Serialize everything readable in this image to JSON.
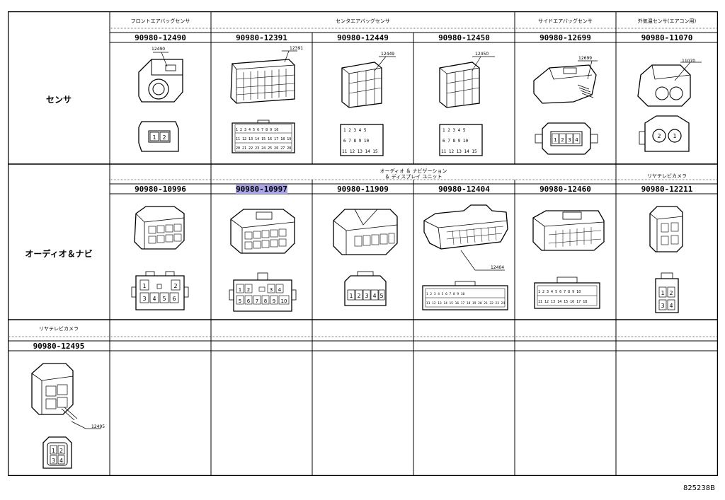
{
  "rows": {
    "sensor_label": "センサ",
    "audio_label": "オーディオ＆ナビ",
    "rear_label": "リヤテレビカメラ"
  },
  "categories": {
    "front_airbag": "フロントエアバッグセンサ",
    "center_airbag": "センタエアバッグセンサ",
    "side_airbag": "サイドエアバッグセンサ",
    "outside_temp": "外気温センサ(エアコン用)",
    "audio_nav_line1": "オーディオ ＆ ナビゲーション",
    "audio_nav_line2": "＆ ディスプレイ ユニット",
    "rear_camera": "リヤテレビカメラ"
  },
  "sensor_parts": [
    "90980-12490",
    "90980-12391",
    "90980-12449",
    "90980-12450",
    "90980-12699",
    "90980-11070"
  ],
  "sensor_callouts": [
    "12490",
    "12391",
    "12449",
    "12450",
    "12699",
    "11070"
  ],
  "audio_parts": [
    "90980-10996",
    "90980-10997",
    "90980-11909",
    "90980-12404",
    "90980-12460",
    "90980-12211"
  ],
  "audio_callouts": [
    "12404"
  ],
  "rear_parts": [
    "90980-12495"
  ],
  "rear_callouts": [
    "12495"
  ],
  "highlighted_part": "90980-10997",
  "pin_labels": {
    "p12490": [
      "1",
      "2"
    ],
    "p12699": [
      "1",
      "2",
      "3",
      "4"
    ],
    "p11070": [
      "2",
      "1"
    ],
    "p10996_top": [
      "1",
      "2"
    ],
    "p10996_bot": [
      "3",
      "4",
      "5",
      "6"
    ],
    "p10997_top": [
      "1",
      "2",
      "3",
      "4"
    ],
    "p10997_bot": [
      "5",
      "6",
      "7",
      "8",
      "9",
      "10"
    ],
    "p11909": [
      "1",
      "2",
      "3",
      "4",
      "5"
    ],
    "p12211": [
      "1",
      "2",
      "3",
      "4"
    ],
    "p12495": [
      "1",
      "2",
      "3",
      "4"
    ]
  },
  "footer_code": "825238B"
}
